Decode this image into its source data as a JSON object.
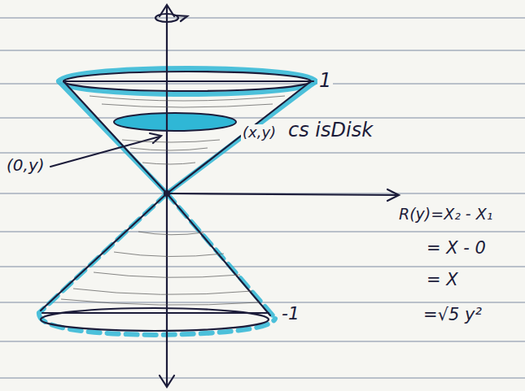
{
  "diagram": {
    "labels": [
      "1",
      "(x,y)",
      "cs isDisk",
      "(0,y)",
      "R(y)=X₂ - X₁",
      "= X - 0",
      "= X",
      "-1",
      "=√5 y²"
    ]
  }
}
